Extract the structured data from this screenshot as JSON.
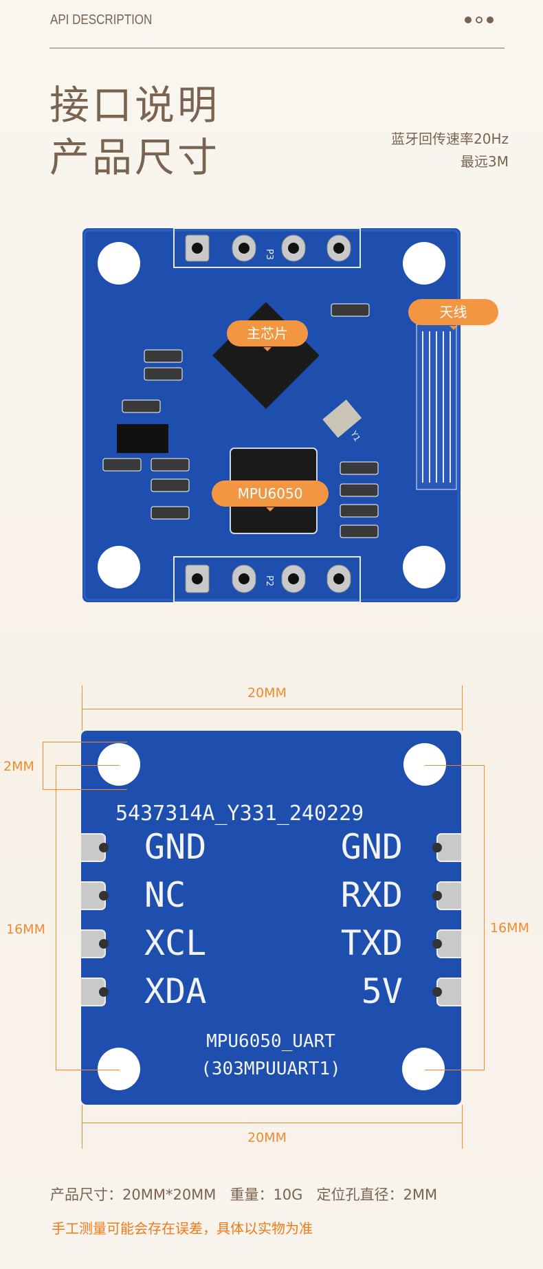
{
  "header": {
    "label": "API DESCRIPTION"
  },
  "title": {
    "line1": "接口说明",
    "line2": "产品尺寸"
  },
  "specs": {
    "line1": "蓝牙回传速率20Hz",
    "line2": "最远3M"
  },
  "board_top": {
    "callouts": {
      "main_chip": "主芯片",
      "imu": "MPU6050",
      "antenna": "天线"
    },
    "silkscreen": {
      "p3": "P3",
      "p2": "P2",
      "y1": "Y1"
    }
  },
  "board_bottom": {
    "code": "5437314A_Y331_240229",
    "left_pins": [
      "GND",
      "NC",
      "XCL",
      "XDA"
    ],
    "right_pins": [
      "GND",
      "RXD",
      "TXD",
      "5V"
    ],
    "name": "MPU6050_UART",
    "model": "(303MPUUART1)"
  },
  "dimensions": {
    "top": "20MM",
    "bottom": "20MM",
    "hole": "2MM",
    "left": "16MM",
    "right": "16MM"
  },
  "footer": {
    "specs": "产品尺寸：20MM*20MM   重量：10G   定位孔直径：2MM",
    "note": "手工测量可能会存在误差，具体以实物为准"
  },
  "colors": {
    "board": "#1f4fae",
    "accent": "#f39641",
    "text": "#7a6350"
  }
}
